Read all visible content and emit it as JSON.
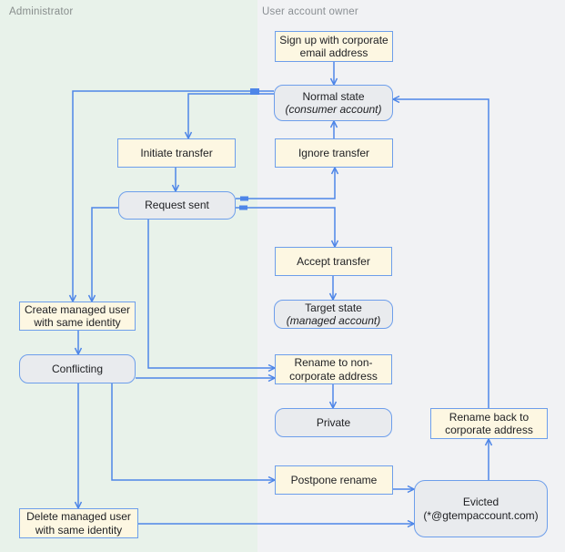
{
  "lanes": {
    "left": {
      "title": "Administrator"
    },
    "right": {
      "title": "User account owner"
    }
  },
  "nodes": {
    "signup": {
      "line1": "Sign up with corporate",
      "line2": "email address"
    },
    "normal": {
      "line1": "Normal state",
      "line2": "(consumer account)"
    },
    "initiate": {
      "line1": "Initiate transfer"
    },
    "ignore": {
      "line1": "Ignore transfer"
    },
    "request": {
      "line1": "Request sent"
    },
    "accept": {
      "line1": "Accept transfer"
    },
    "target": {
      "line1": "Target state",
      "line2": "(managed account)"
    },
    "create": {
      "line1": "Create managed user",
      "line2": "with same identity"
    },
    "conflicting": {
      "line1": "Conflicting"
    },
    "rename_non": {
      "line1": "Rename to non-",
      "line2": "corporate address"
    },
    "private": {
      "line1": "Private"
    },
    "postpone": {
      "line1": "Postpone rename"
    },
    "rename_back": {
      "line1": "Rename back to",
      "line2": "corporate address"
    },
    "evicted": {
      "line1": "Evicted",
      "line2": "(*@gtempaccount.com)"
    },
    "delete": {
      "line1": "Delete managed user",
      "line2": "with same identity"
    }
  },
  "edges": [
    {
      "from": "signup",
      "to": "normal"
    },
    {
      "from": "ignore",
      "to": "normal"
    },
    {
      "from": "normal",
      "to": "create"
    },
    {
      "from": "normal",
      "to": "initiate"
    },
    {
      "from": "initiate",
      "to": "request"
    },
    {
      "from": "request",
      "to": "ignore"
    },
    {
      "from": "request",
      "to": "accept"
    },
    {
      "from": "request",
      "to": "create"
    },
    {
      "from": "request",
      "to": "rename_non"
    },
    {
      "from": "accept",
      "to": "target"
    },
    {
      "from": "conflicting",
      "to": "rename_non"
    },
    {
      "from": "create",
      "to": "conflicting"
    },
    {
      "from": "conflicting",
      "to": "delete"
    },
    {
      "from": "conflicting",
      "to": "postpone"
    },
    {
      "from": "rename_non",
      "to": "private"
    },
    {
      "from": "postpone",
      "to": "evicted"
    },
    {
      "from": "delete",
      "to": "evicted"
    },
    {
      "from": "evicted",
      "to": "rename_back"
    },
    {
      "from": "rename_back",
      "to": "normal"
    }
  ],
  "colors": {
    "edge_blue": "#4E86E8",
    "node_border_blue": "#6D9EEB",
    "process_fill": "#FDF7E2",
    "state_fill": "#E9EBEE",
    "lane_left_bg": "#E8F2EA",
    "lane_right_bg": "#F1F2F4",
    "lane_title_text": "#878D8C",
    "node_text": "#202124"
  }
}
